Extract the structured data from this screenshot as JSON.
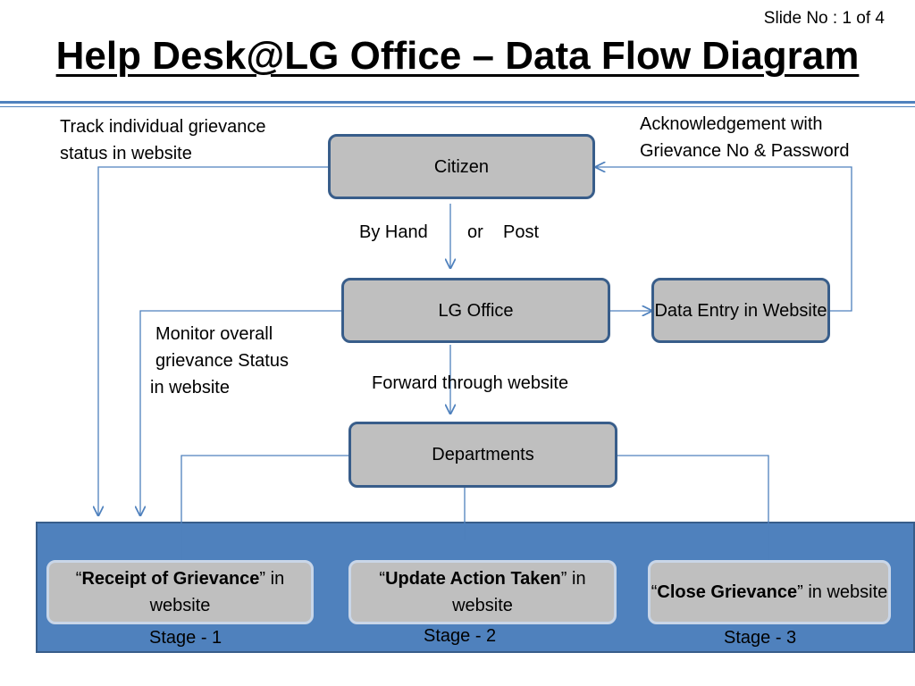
{
  "slide_number": "Slide No : 1 of 4",
  "title": "Help Desk@LG Office – Data Flow Diagram",
  "nodes": {
    "citizen": "Citizen",
    "lg_office": "LG Office",
    "data_entry": "Data Entry in Website",
    "departments": "Departments"
  },
  "stages": [
    {
      "open_quote": "“",
      "bold": "Receipt of Grievance",
      "rest": "” in website",
      "label": "Stage - 1"
    },
    {
      "open_quote": "“",
      "bold": "Update Action Taken",
      "rest": "” in website",
      "label": "Stage - 2"
    },
    {
      "open_quote": "“",
      "bold": "Close Grievance",
      "rest": "” in website",
      "label": "Stage - 3"
    }
  ],
  "edge_labels": {
    "track_line1": "Track  individual grievance",
    "track_line2": "status  in  website",
    "ack_line1": "Acknowledgement with",
    "ack_line2": "Grievance No & Password",
    "by_hand": "By Hand",
    "or": "or",
    "post": "Post",
    "monitor_line1": "Monitor overall",
    "monitor_line2": "grievance Status",
    "monitor_line3": "in website",
    "forward": "Forward  through website"
  },
  "colors": {
    "band": "#4f81bd",
    "node_fill": "#bfbfbf",
    "node_border": "#385d8a",
    "arrow": "#4f81bd"
  }
}
